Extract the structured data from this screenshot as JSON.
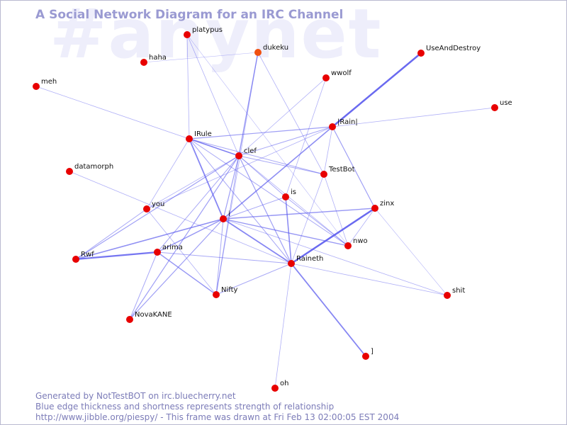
{
  "watermark": "#anynet",
  "title": "A Social Network Diagram for an IRC Channel",
  "footer": {
    "line1": "Generated by NotTestBOT on irc.bluecherry.net",
    "line2": "Blue edge thickness and shortness represents strength of relationship",
    "line3": "http://www.jibble.org/piespy/ - This frame was drawn at Fri Feb 13 02:00:05 EST 2004"
  },
  "colors": {
    "node": "#e80000",
    "node_highlight": "#f05010",
    "edge": "#5a5aee",
    "title": "#9a9ad2",
    "watermark": "#eeeefb",
    "footer": "#7c7cb8"
  },
  "nodes": [
    {
      "id": "platypus",
      "label": "platypus"
    },
    {
      "id": "dukeku",
      "label": "dukeku",
      "highlight": true
    },
    {
      "id": "haha",
      "label": "haha"
    },
    {
      "id": "UseAndDestroy",
      "label": "UseAndDestroy"
    },
    {
      "id": "meh",
      "label": "meh"
    },
    {
      "id": "wwolf",
      "label": "wwolf"
    },
    {
      "id": "use",
      "label": "use"
    },
    {
      "id": "IRainI",
      "label": "|Rain|"
    },
    {
      "id": "IRule",
      "label": "IRule"
    },
    {
      "id": "clef",
      "label": "clef"
    },
    {
      "id": "datamorph",
      "label": "datamorph"
    },
    {
      "id": "TestBot",
      "label": "TestBot"
    },
    {
      "id": "is",
      "label": "is"
    },
    {
      "id": "you",
      "label": "you"
    },
    {
      "id": "zinx",
      "label": "zinx"
    },
    {
      "id": "i",
      "label": "i"
    },
    {
      "id": "nwo",
      "label": "nwo"
    },
    {
      "id": "Rwf",
      "label": "Rwf"
    },
    {
      "id": "arima",
      "label": "arima"
    },
    {
      "id": "Raineth",
      "label": "Raineth"
    },
    {
      "id": "Nifty",
      "label": "Nifty"
    },
    {
      "id": "shit",
      "label": "shit"
    },
    {
      "id": "NovaKANE",
      "label": "NovaKANE"
    },
    {
      "id": "bracket",
      "label": "]"
    },
    {
      "id": "oh",
      "label": "oh"
    }
  ],
  "edges": [
    [
      "IRainI",
      "UseAndDestroy",
      2.5
    ],
    [
      "IRainI",
      "use",
      0.8
    ],
    [
      "IRainI",
      "IRule",
      1.2
    ],
    [
      "IRainI",
      "clef",
      1.0
    ],
    [
      "IRainI",
      "i",
      1.6
    ],
    [
      "IRainI",
      "zinx",
      1.2
    ],
    [
      "IRainI",
      "TestBot",
      0.8
    ],
    [
      "IRainI",
      "you",
      0.8
    ],
    [
      "wwolf",
      "clef",
      0.8
    ],
    [
      "wwolf",
      "is",
      0.8
    ],
    [
      "dukeku",
      "clef",
      1.4
    ],
    [
      "dukeku",
      "haha",
      0.6
    ],
    [
      "dukeku",
      "TestBot",
      0.8
    ],
    [
      "dukeku",
      "Nifty",
      0.8
    ],
    [
      "platypus",
      "IRule",
      0.8
    ],
    [
      "platypus",
      "clef",
      0.8
    ],
    [
      "platypus",
      "nwo",
      0.6
    ],
    [
      "meh",
      "clef",
      0.8
    ],
    [
      "datamorph",
      "Raineth",
      0.8
    ],
    [
      "IRule",
      "clef",
      1.6
    ],
    [
      "IRule",
      "i",
      1.8
    ],
    [
      "IRule",
      "TestBot",
      1.0
    ],
    [
      "IRule",
      "nwo",
      1.0
    ],
    [
      "IRule",
      "you",
      0.8
    ],
    [
      "IRule",
      "Raineth",
      1.0
    ],
    [
      "clef",
      "TestBot",
      1.0
    ],
    [
      "clef",
      "is",
      1.0
    ],
    [
      "clef",
      "i",
      1.2
    ],
    [
      "clef",
      "Raineth",
      1.2
    ],
    [
      "clef",
      "Rwf",
      1.2
    ],
    [
      "clef",
      "arima",
      1.0
    ],
    [
      "clef",
      "you",
      0.8
    ],
    [
      "clef",
      "nwo",
      0.8
    ],
    [
      "clef",
      "NovaKANE",
      1.2
    ],
    [
      "is",
      "i",
      1.0
    ],
    [
      "is",
      "Raineth",
      1.6
    ],
    [
      "is",
      "nwo",
      1.0
    ],
    [
      "TestBot",
      "Raineth",
      0.8
    ],
    [
      "TestBot",
      "nwo",
      0.8
    ],
    [
      "i",
      "zinx",
      1.4
    ],
    [
      "i",
      "Raineth",
      1.8
    ],
    [
      "i",
      "arima",
      1.4
    ],
    [
      "i",
      "Rwf",
      1.6
    ],
    [
      "i",
      "NovaKANE",
      1.2
    ],
    [
      "i",
      "nwo",
      1.4
    ],
    [
      "i",
      "Nifty",
      1.0
    ],
    [
      "i",
      "shit",
      0.8
    ],
    [
      "zinx",
      "Raineth",
      2.5
    ],
    [
      "zinx",
      "nwo",
      0.8
    ],
    [
      "zinx",
      "shit",
      0.6
    ],
    [
      "you",
      "Rwf",
      1.0
    ],
    [
      "you",
      "Nifty",
      0.8
    ],
    [
      "Rwf",
      "arima",
      2.2
    ],
    [
      "arima",
      "Nifty",
      1.4
    ],
    [
      "arima",
      "NovaKANE",
      1.0
    ],
    [
      "Raineth",
      "bracket",
      1.8
    ],
    [
      "Raineth",
      "oh",
      0.8
    ],
    [
      "Raineth",
      "Nifty",
      1.0
    ],
    [
      "Raineth",
      "shit",
      0.8
    ],
    [
      "Raineth",
      "arima",
      1.0
    ],
    [
      "Nifty",
      "clef",
      1.0
    ]
  ]
}
